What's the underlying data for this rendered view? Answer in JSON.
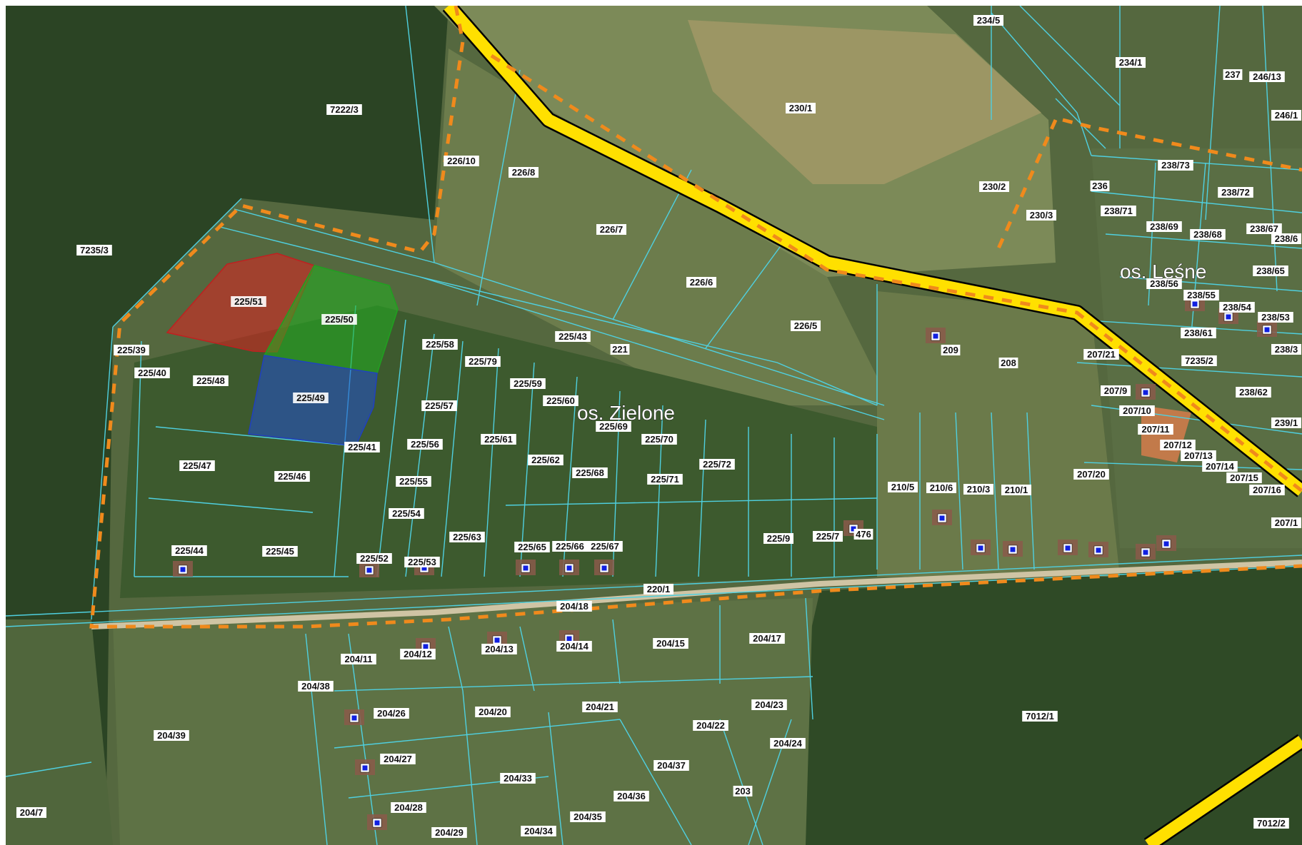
{
  "map": {
    "settlements": [
      {
        "name": "os. Zielone"
      },
      {
        "name": "os. Leśne"
      }
    ],
    "highlighted_parcels": [
      {
        "id": "225/51",
        "color": "#e02020"
      },
      {
        "id": "225/50",
        "color": "#20b020"
      },
      {
        "id": "225/49",
        "color": "#2050d0"
      }
    ],
    "colors": {
      "road_fill": "#ffe000",
      "road_outline": "#000000",
      "boundary_dash": "#f08a1c",
      "parcel_lines": "#4fd0e0",
      "building_marker": "#1020e0"
    },
    "parcel_labels": [
      "234/5",
      "234/1",
      "237",
      "246/13",
      "246/1",
      "230/1",
      "7222/3",
      "226/10",
      "226/8",
      "230/2",
      "230/3",
      "236",
      "238/73",
      "238/72",
      "238/71",
      "238/69",
      "238/68",
      "238/67",
      "238/6",
      "7235/3",
      "226/7",
      "238/56",
      "238/55",
      "238/65",
      "226/6",
      "238/54",
      "238/53",
      "225/51",
      "225/50",
      "226/5",
      "209",
      "238/61",
      "225/39",
      "225/58",
      "225/43",
      "221",
      "225/40",
      "225/79",
      "225/48",
      "208",
      "207/21",
      "7235/2",
      "238/3",
      "225/59",
      "238/62",
      "207/9",
      "225/49",
      "225/60",
      "225/57",
      "207/10",
      "239/1",
      "225/69",
      "207/11",
      "225/61",
      "225/70",
      "225/41",
      "225/56",
      "207/12",
      "225/62",
      "207/13",
      "225/47",
      "225/72",
      "207/14",
      "225/68",
      "210/5",
      "210/6",
      "210/3",
      "210/1",
      "207/20",
      "207/15",
      "225/46",
      "225/71",
      "225/55",
      "207/16",
      "225/54",
      "207/1",
      "476",
      "225/63",
      "225/9",
      "225/7",
      "225/65",
      "225/66",
      "225/67",
      "225/44",
      "225/45",
      "225/52",
      "225/53",
      "220/1",
      "204/18",
      "204/17",
      "204/15",
      "204/12",
      "204/13",
      "204/14",
      "204/11",
      "204/38",
      "204/21",
      "204/23",
      "204/26",
      "204/20",
      "204/22",
      "7012/1",
      "204/39",
      "204/24",
      "204/27",
      "204/37",
      "204/33",
      "203",
      "204/36",
      "204/28",
      "204/7",
      "204/35",
      "7012/2",
      "204/29",
      "204/34"
    ]
  }
}
